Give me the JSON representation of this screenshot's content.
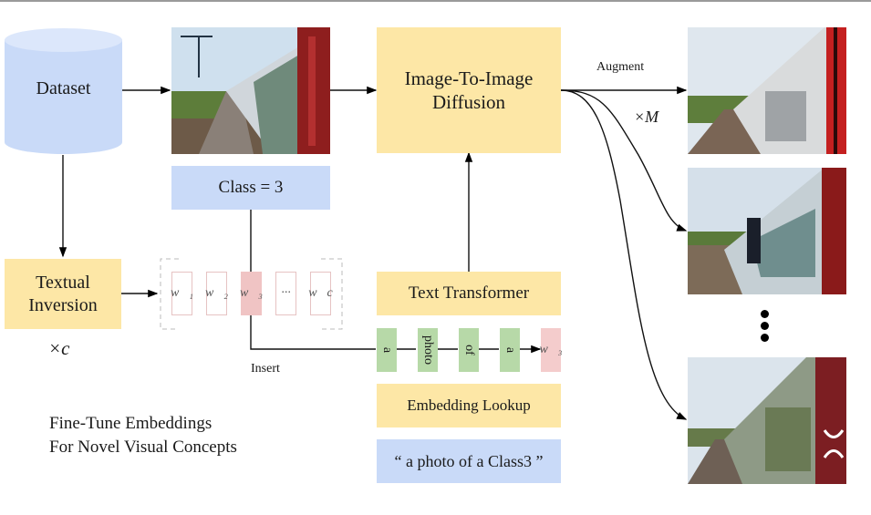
{
  "diagram": {
    "dataset": {
      "label": "Dataset"
    },
    "class_label": "Class = 3",
    "diffusion": {
      "label_line1": "Image-To-Image",
      "label_line2": "Diffusion"
    },
    "textual_inversion": {
      "label_line1": "Textual",
      "label_line2": "Inversion",
      "multiplier": "×c"
    },
    "embeddings": {
      "items": [
        {
          "label": "w⃗₁",
          "selected": false
        },
        {
          "label": "w⃗₂",
          "selected": false
        },
        {
          "label": "w⃗₃",
          "selected": true
        },
        {
          "label": "···",
          "selected": false
        },
        {
          "label": "w⃗c",
          "selected": false
        }
      ],
      "insert_label": "Insert"
    },
    "text_transformer": {
      "label": "Text Transformer"
    },
    "tokens": [
      {
        "label": "a",
        "color": "#b7d9a8"
      },
      {
        "label": "photo",
        "color": "#b7d9a8"
      },
      {
        "label": "of",
        "color": "#b7d9a8"
      },
      {
        "label": "a",
        "color": "#b7d9a8"
      },
      {
        "label": "w⃗₃",
        "color": "#f4cccc"
      }
    ],
    "embedding_lookup": {
      "label": "Embedding Lookup"
    },
    "prompt": {
      "label": "“ a photo of a Class3 ”"
    },
    "augment_label": "Augment",
    "augment_multiplier": "×M",
    "caption_line1": "Fine-Tune Embeddings",
    "caption_line2": "For Novel Visual Concepts",
    "images": {
      "input": "train-photo-source",
      "outputs": [
        "train-photo-augmented-1",
        "train-photo-augmented-2",
        "train-photo-augmented-m"
      ]
    },
    "colors": {
      "yellow": "#fde7a6",
      "blue": "#c9daf8",
      "green": "#b7d9a8",
      "pink": "#f4cccc"
    }
  }
}
